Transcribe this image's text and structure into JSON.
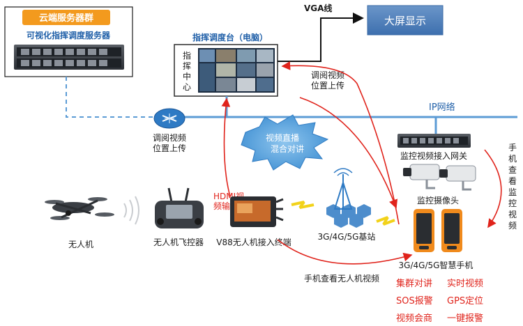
{
  "cloud": {
    "group_label": "云端服务器群",
    "server_label": "可视化指挥调度服务器"
  },
  "dispatch": {
    "title": "指挥调度台（电脑）",
    "center_chars": [
      "指",
      "挥",
      "中",
      "心"
    ]
  },
  "vga_label": "VGA线",
  "big_screen_label": "大屏显示",
  "ip_network_label": "IP网络",
  "router_caption": [
    "调阅视频",
    "位置上传"
  ],
  "upload_caption": [
    "调阅视频",
    "位置上传"
  ],
  "cloud_bubble": [
    "视频直播",
    "混合对讲"
  ],
  "gateway_label": "监控视频接入网关",
  "camera_label": "监控摄像头",
  "vertical_note": [
    "手",
    "机",
    "查",
    "看",
    "监",
    "控",
    "视",
    "频"
  ],
  "drone_label": "无人机",
  "controller_label": "无人机飞控器",
  "hdmi_label": [
    "HDMI视",
    "频输入"
  ],
  "terminal_label": "V88无人机接入终端",
  "base_station_label": "3G/4G/5G基站",
  "phone_label": "3G/4G/5G智慧手机",
  "phone_view_drone": "手机查看无人机视频",
  "features": [
    "集群对讲",
    "实时视频",
    "SOS报警",
    "GPS定位",
    "视频会商",
    "一键报警"
  ],
  "colors": {
    "accent_orange": "#f39a1e",
    "brand_blue": "#1f5fa8",
    "network_line": "#5b9bd5",
    "arrow_red": "#e0231b",
    "screen_box": "#4f81bd"
  }
}
